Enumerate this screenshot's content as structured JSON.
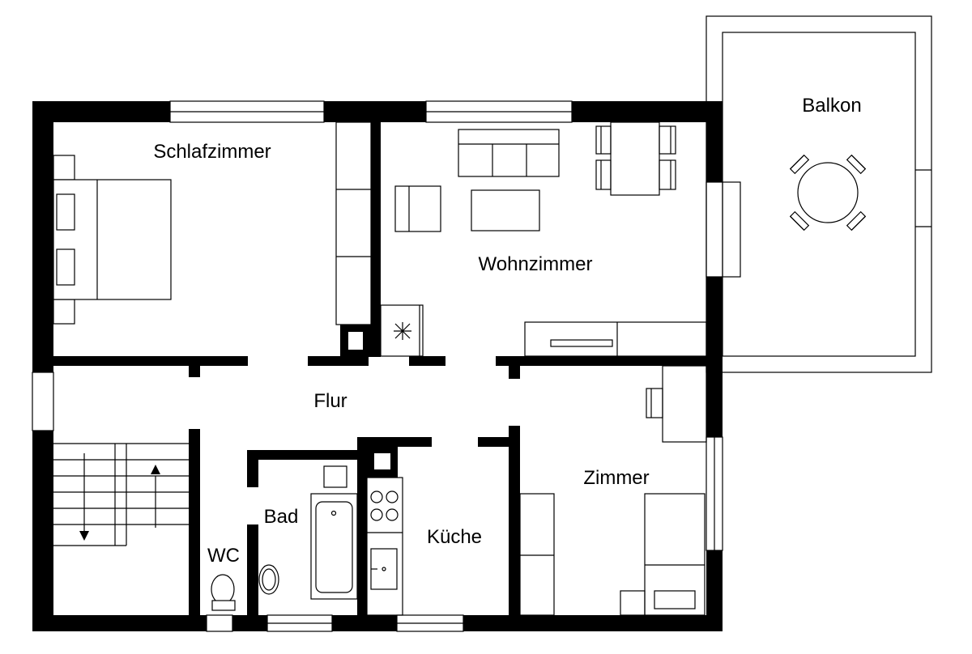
{
  "rooms": {
    "schlafzimmer": "Schlafzimmer",
    "wohnzimmer": "Wohnzimmer",
    "balkon": "Balkon",
    "flur": "Flur",
    "zimmer": "Zimmer",
    "bad": "Bad",
    "kueche": "Küche",
    "wc": "WC"
  },
  "colors": {
    "wall": "#000000",
    "background": "#ffffff"
  }
}
